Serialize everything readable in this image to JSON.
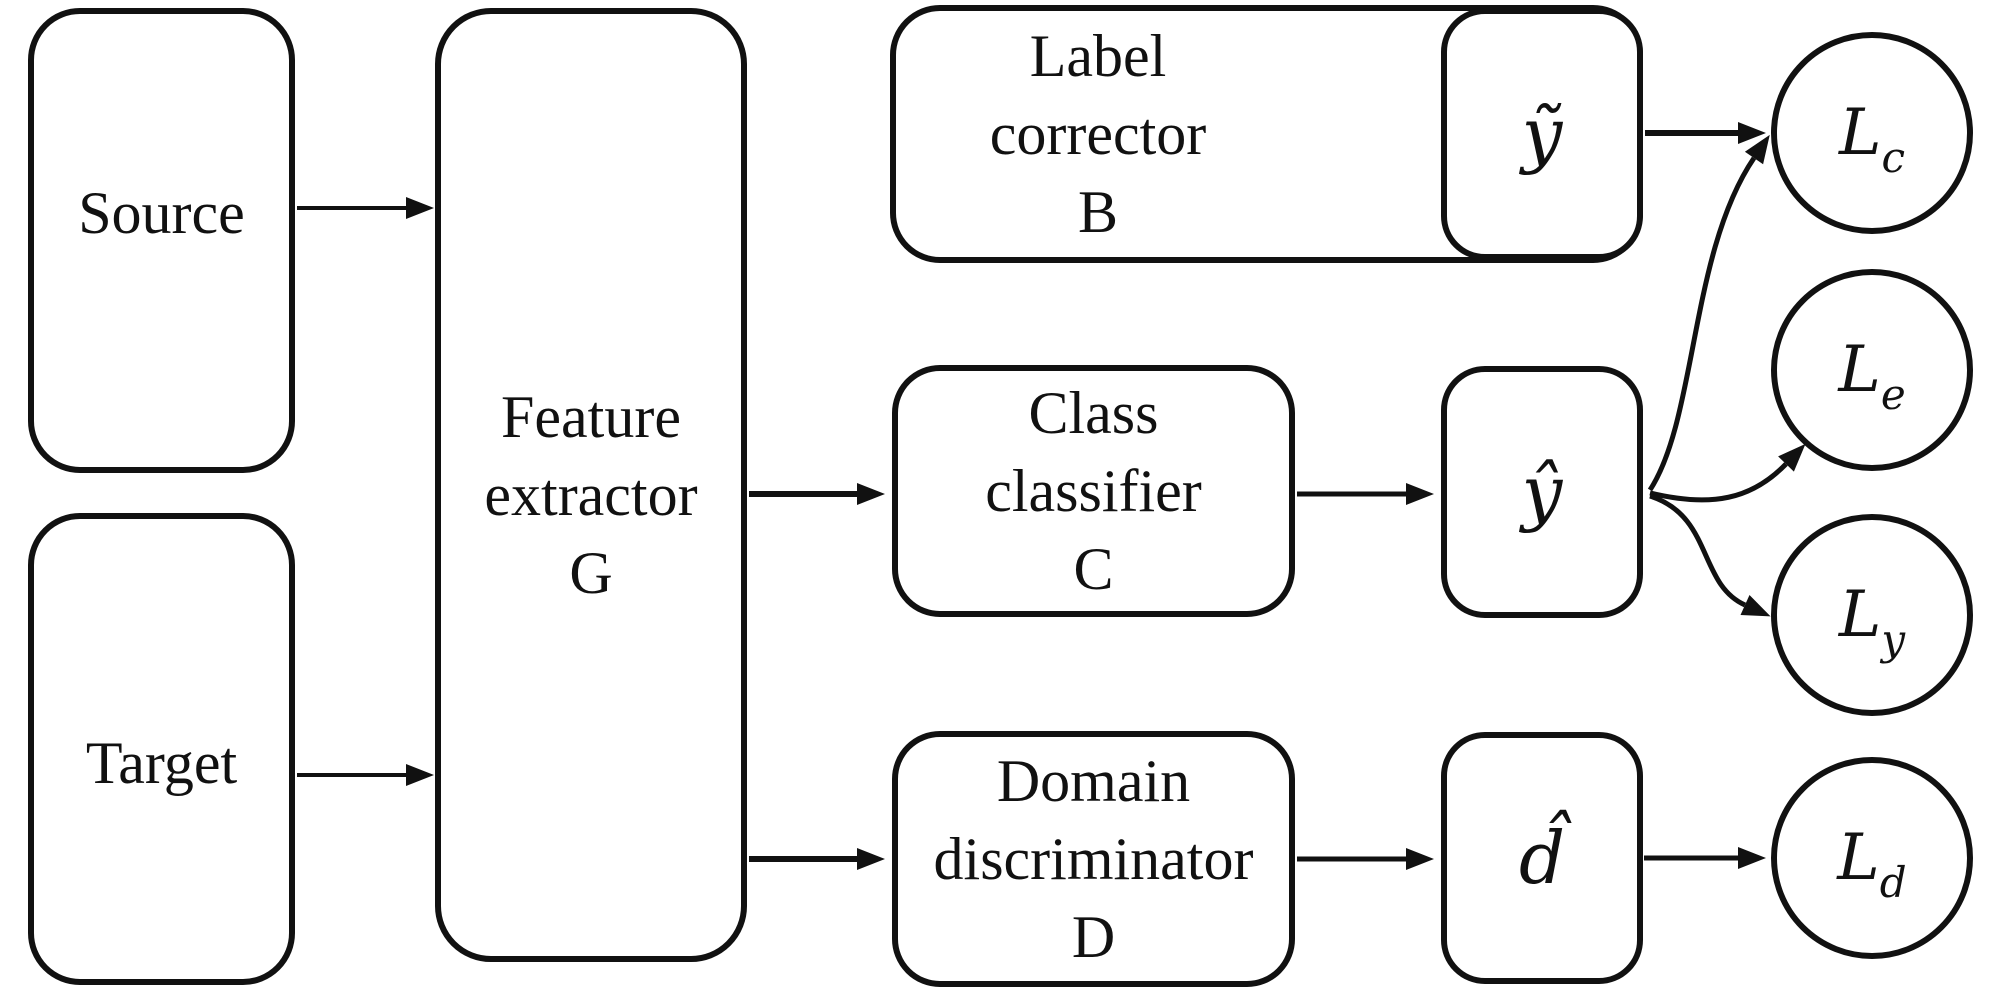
{
  "diagram": {
    "title": "noisy-label adversarial domain adaptation architecture",
    "colors": {
      "stroke": "#111111",
      "background": "#ffffff"
    },
    "nodes": {
      "source": {
        "label": "Source"
      },
      "target": {
        "label": "Target"
      },
      "feature_extractor": {
        "lines": [
          "Feature",
          "extractor",
          "G"
        ]
      },
      "label_corrector": {
        "lines": [
          "Label",
          "corrector",
          "B"
        ]
      },
      "class_classifier": {
        "lines": [
          "Class",
          "classifier",
          "C"
        ]
      },
      "domain_discriminator": {
        "lines": [
          "Domain",
          "discriminator",
          "D"
        ]
      },
      "y_tilde": {
        "symbol": "ỹ"
      },
      "y_hat": {
        "symbol": "ŷ"
      },
      "d_hat": {
        "symbol": "d̂"
      },
      "loss_c": {
        "base": "L",
        "sub": "c"
      },
      "loss_e": {
        "base": "L",
        "sub": "e"
      },
      "loss_y": {
        "base": "L",
        "sub": "y"
      },
      "loss_d": {
        "base": "L",
        "sub": "d"
      }
    },
    "edges": [
      {
        "from": "source",
        "to": "feature_extractor"
      },
      {
        "from": "target",
        "to": "feature_extractor"
      },
      {
        "from": "feature_extractor",
        "to": "class_classifier"
      },
      {
        "from": "feature_extractor",
        "to": "domain_discriminator"
      },
      {
        "from": "class_classifier",
        "to": "y_hat"
      },
      {
        "from": "domain_discriminator",
        "to": "d_hat"
      },
      {
        "from": "y_tilde",
        "to": "loss_c"
      },
      {
        "from": "y_hat",
        "to": "loss_c"
      },
      {
        "from": "y_hat",
        "to": "loss_e"
      },
      {
        "from": "y_hat",
        "to": "loss_y"
      },
      {
        "from": "d_hat",
        "to": "loss_d"
      }
    ]
  }
}
